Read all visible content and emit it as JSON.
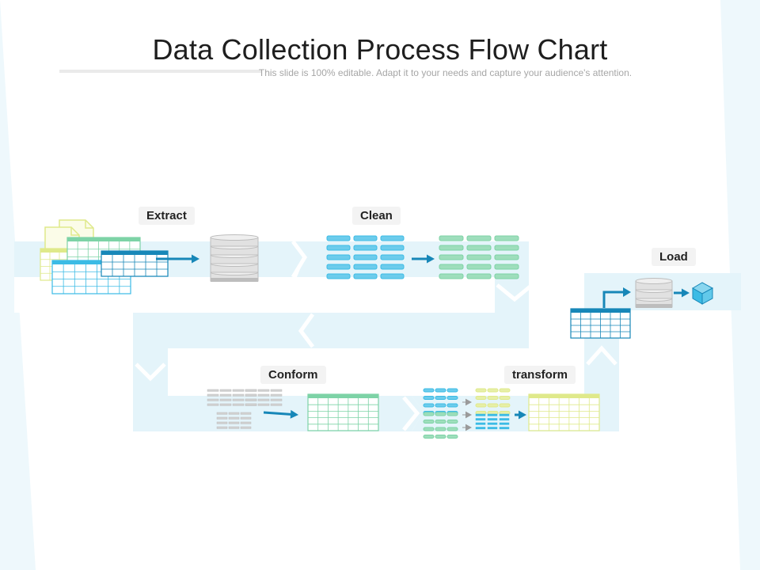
{
  "slide": {
    "title": "Data Collection Process Flow Chart",
    "subtitle": "This slide is 100% editable. Adapt it to your needs and capture your audience's attention."
  },
  "steps": [
    {
      "id": "extract",
      "label": "Extract"
    },
    {
      "id": "clean",
      "label": "Clean"
    },
    {
      "id": "load",
      "label": "Load"
    },
    {
      "id": "conform",
      "label": "Conform"
    },
    {
      "id": "transform",
      "label": "transform"
    }
  ],
  "colors": {
    "background": "#eef8fc",
    "panel": "#ffffff",
    "band": "#e4f4fa",
    "blue": "#3bbbe5",
    "blue_dark": "#1787b8",
    "green": "#7dd3a6",
    "yellow": "#dfe98a",
    "gray": "#bdbdbd",
    "arrow": "#1787b8"
  },
  "icons": [
    "document-icon",
    "spreadsheet-icon",
    "database-icon",
    "data-block-icon",
    "cube-icon",
    "arrow-icon"
  ]
}
